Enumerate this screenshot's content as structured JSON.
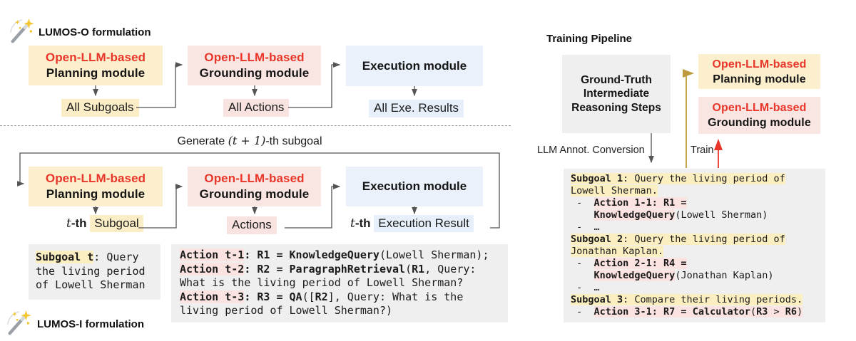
{
  "colors": {
    "accent_red": "#e8362a",
    "module_yellow": "#fbefcd",
    "module_pink": "#f9e6e3",
    "module_blue": "#eaf1fb",
    "code_gray": "#efefef",
    "highlight_yellow": "#fbeec6",
    "highlight_pink": "#f9e3e0",
    "highlight_blue": "#e7f0fa",
    "arrow_gray": "#555555",
    "arrow_gold": "#bd9b3c",
    "arrow_red": "#e8362a"
  },
  "left_top": {
    "badge": "LUMOS-O formulation",
    "planning": {
      "line1": "Open-LLM-based",
      "line2": "Planning module"
    },
    "grounding": {
      "line1": "Open-LLM-based",
      "line2": "Grounding module"
    },
    "execution": "Execution module",
    "out_subgoals": "All Subgoals",
    "out_actions": "All Actions",
    "out_results": "All Exe. Results"
  },
  "left_bottom": {
    "badge": "LUMOS-I formulation",
    "loop_label": {
      "pre": "Generate ",
      "math": "(t + 1)",
      "post": "-th subgoal"
    },
    "planning": {
      "line1": "Open-LLM-based",
      "line2": "Planning module"
    },
    "grounding": {
      "line1": "Open-LLM-based",
      "line2": "Grounding module"
    },
    "execution": "Execution module",
    "out_subgoal": {
      "t": "t",
      "th": "-th ",
      "label": "Subgoal"
    },
    "out_actions": "Actions",
    "out_result": {
      "t": "t",
      "th": "-th ",
      "label": "Execution Result"
    },
    "subgoal_box_lines": [
      [
        {
          "t": "Subgoal t",
          "c": "b y"
        },
        {
          "t": ": Query",
          "c": ""
        }
      ],
      [
        {
          "t": "the living period",
          "c": ""
        }
      ],
      [
        {
          "t": "of Lowell Sherman",
          "c": ""
        }
      ]
    ],
    "action_box_lines": [
      [
        {
          "t": "Action t-1",
          "c": "b p"
        },
        {
          "t": ": ",
          "c": "b"
        },
        {
          "t": "R1 = ",
          "c": "b"
        },
        {
          "t": "KnowledgeQuery",
          "c": "b"
        },
        {
          "t": "(Lowell Sherman);",
          "c": ""
        }
      ],
      [
        {
          "t": "Action t-2",
          "c": "b p"
        },
        {
          "t": ": ",
          "c": "b"
        },
        {
          "t": "R2 = ",
          "c": "b"
        },
        {
          "t": "ParagraphRetrieval",
          "c": "b"
        },
        {
          "t": "(",
          "c": ""
        },
        {
          "t": "R1",
          "c": "b"
        },
        {
          "t": ", Query:",
          "c": ""
        }
      ],
      [
        {
          "t": "What is the living period of Lowell Sherman?",
          "c": ""
        }
      ],
      [
        {
          "t": "Action t-3",
          "c": "b p"
        },
        {
          "t": ": ",
          "c": "b"
        },
        {
          "t": "R3 = ",
          "c": "b"
        },
        {
          "t": "QA",
          "c": "b"
        },
        {
          "t": "([",
          "c": ""
        },
        {
          "t": "R2",
          "c": "b"
        },
        {
          "t": "], Query: What is the",
          "c": ""
        }
      ],
      [
        {
          "t": "living period of Lowell Sherman?)",
          "c": ""
        }
      ]
    ]
  },
  "right": {
    "title": "Training Pipeline",
    "source_box": {
      "line1": "Ground-Truth",
      "line2": "Intermediate",
      "line3": "Reasoning Steps"
    },
    "conversion_label": "LLM Annot. Conversion",
    "train_label": "Train",
    "planning": {
      "line1": "Open-LLM-based",
      "line2": "Planning module"
    },
    "grounding": {
      "line1": "Open-LLM-based",
      "line2": "Grounding module"
    },
    "annotation_lines": [
      [
        {
          "t": "Subgoal 1",
          "c": "b y"
        },
        {
          "t": ": Query the living period of",
          "c": "y"
        }
      ],
      [
        {
          "t": "Lowell Sherman.",
          "c": "y"
        }
      ],
      [
        {
          "t": " -  ",
          "c": ""
        },
        {
          "t": "Action 1-1: R1 =",
          "c": "b p"
        }
      ],
      [
        {
          "t": "    ",
          "c": ""
        },
        {
          "t": "KnowledgeQuery",
          "c": "b p"
        },
        {
          "t": "(Lowell Sherman)",
          "c": ""
        }
      ],
      [
        {
          "t": " -  ",
          "c": ""
        },
        {
          "t": "…",
          "c": ""
        }
      ],
      [
        {
          "t": "Subgoal 2",
          "c": "b y"
        },
        {
          "t": ": Query the living period of",
          "c": "y"
        }
      ],
      [
        {
          "t": "Jonathan Kaplan.",
          "c": "y"
        }
      ],
      [
        {
          "t": " -  ",
          "c": ""
        },
        {
          "t": "Action 2-1: R4 =",
          "c": "b p"
        }
      ],
      [
        {
          "t": "    ",
          "c": ""
        },
        {
          "t": "KnowledgeQuery",
          "c": "b p"
        },
        {
          "t": "(Jonathan Kaplan)",
          "c": ""
        }
      ],
      [
        {
          "t": " -  ",
          "c": ""
        },
        {
          "t": "…",
          "c": ""
        }
      ],
      [
        {
          "t": "Subgoal 3",
          "c": "b y"
        },
        {
          "t": ": Compare their living periods.",
          "c": "y"
        }
      ],
      [
        {
          "t": " -  ",
          "c": ""
        },
        {
          "t": "Action 3-1: R7 = ",
          "c": "b p"
        },
        {
          "t": "Calculator",
          "c": "b p"
        },
        {
          "t": "(",
          "c": "p"
        },
        {
          "t": "R3",
          "c": "b p"
        },
        {
          "t": " > ",
          "c": "p"
        },
        {
          "t": "R6",
          "c": "b p"
        },
        {
          "t": ")",
          "c": "p"
        }
      ]
    ]
  }
}
